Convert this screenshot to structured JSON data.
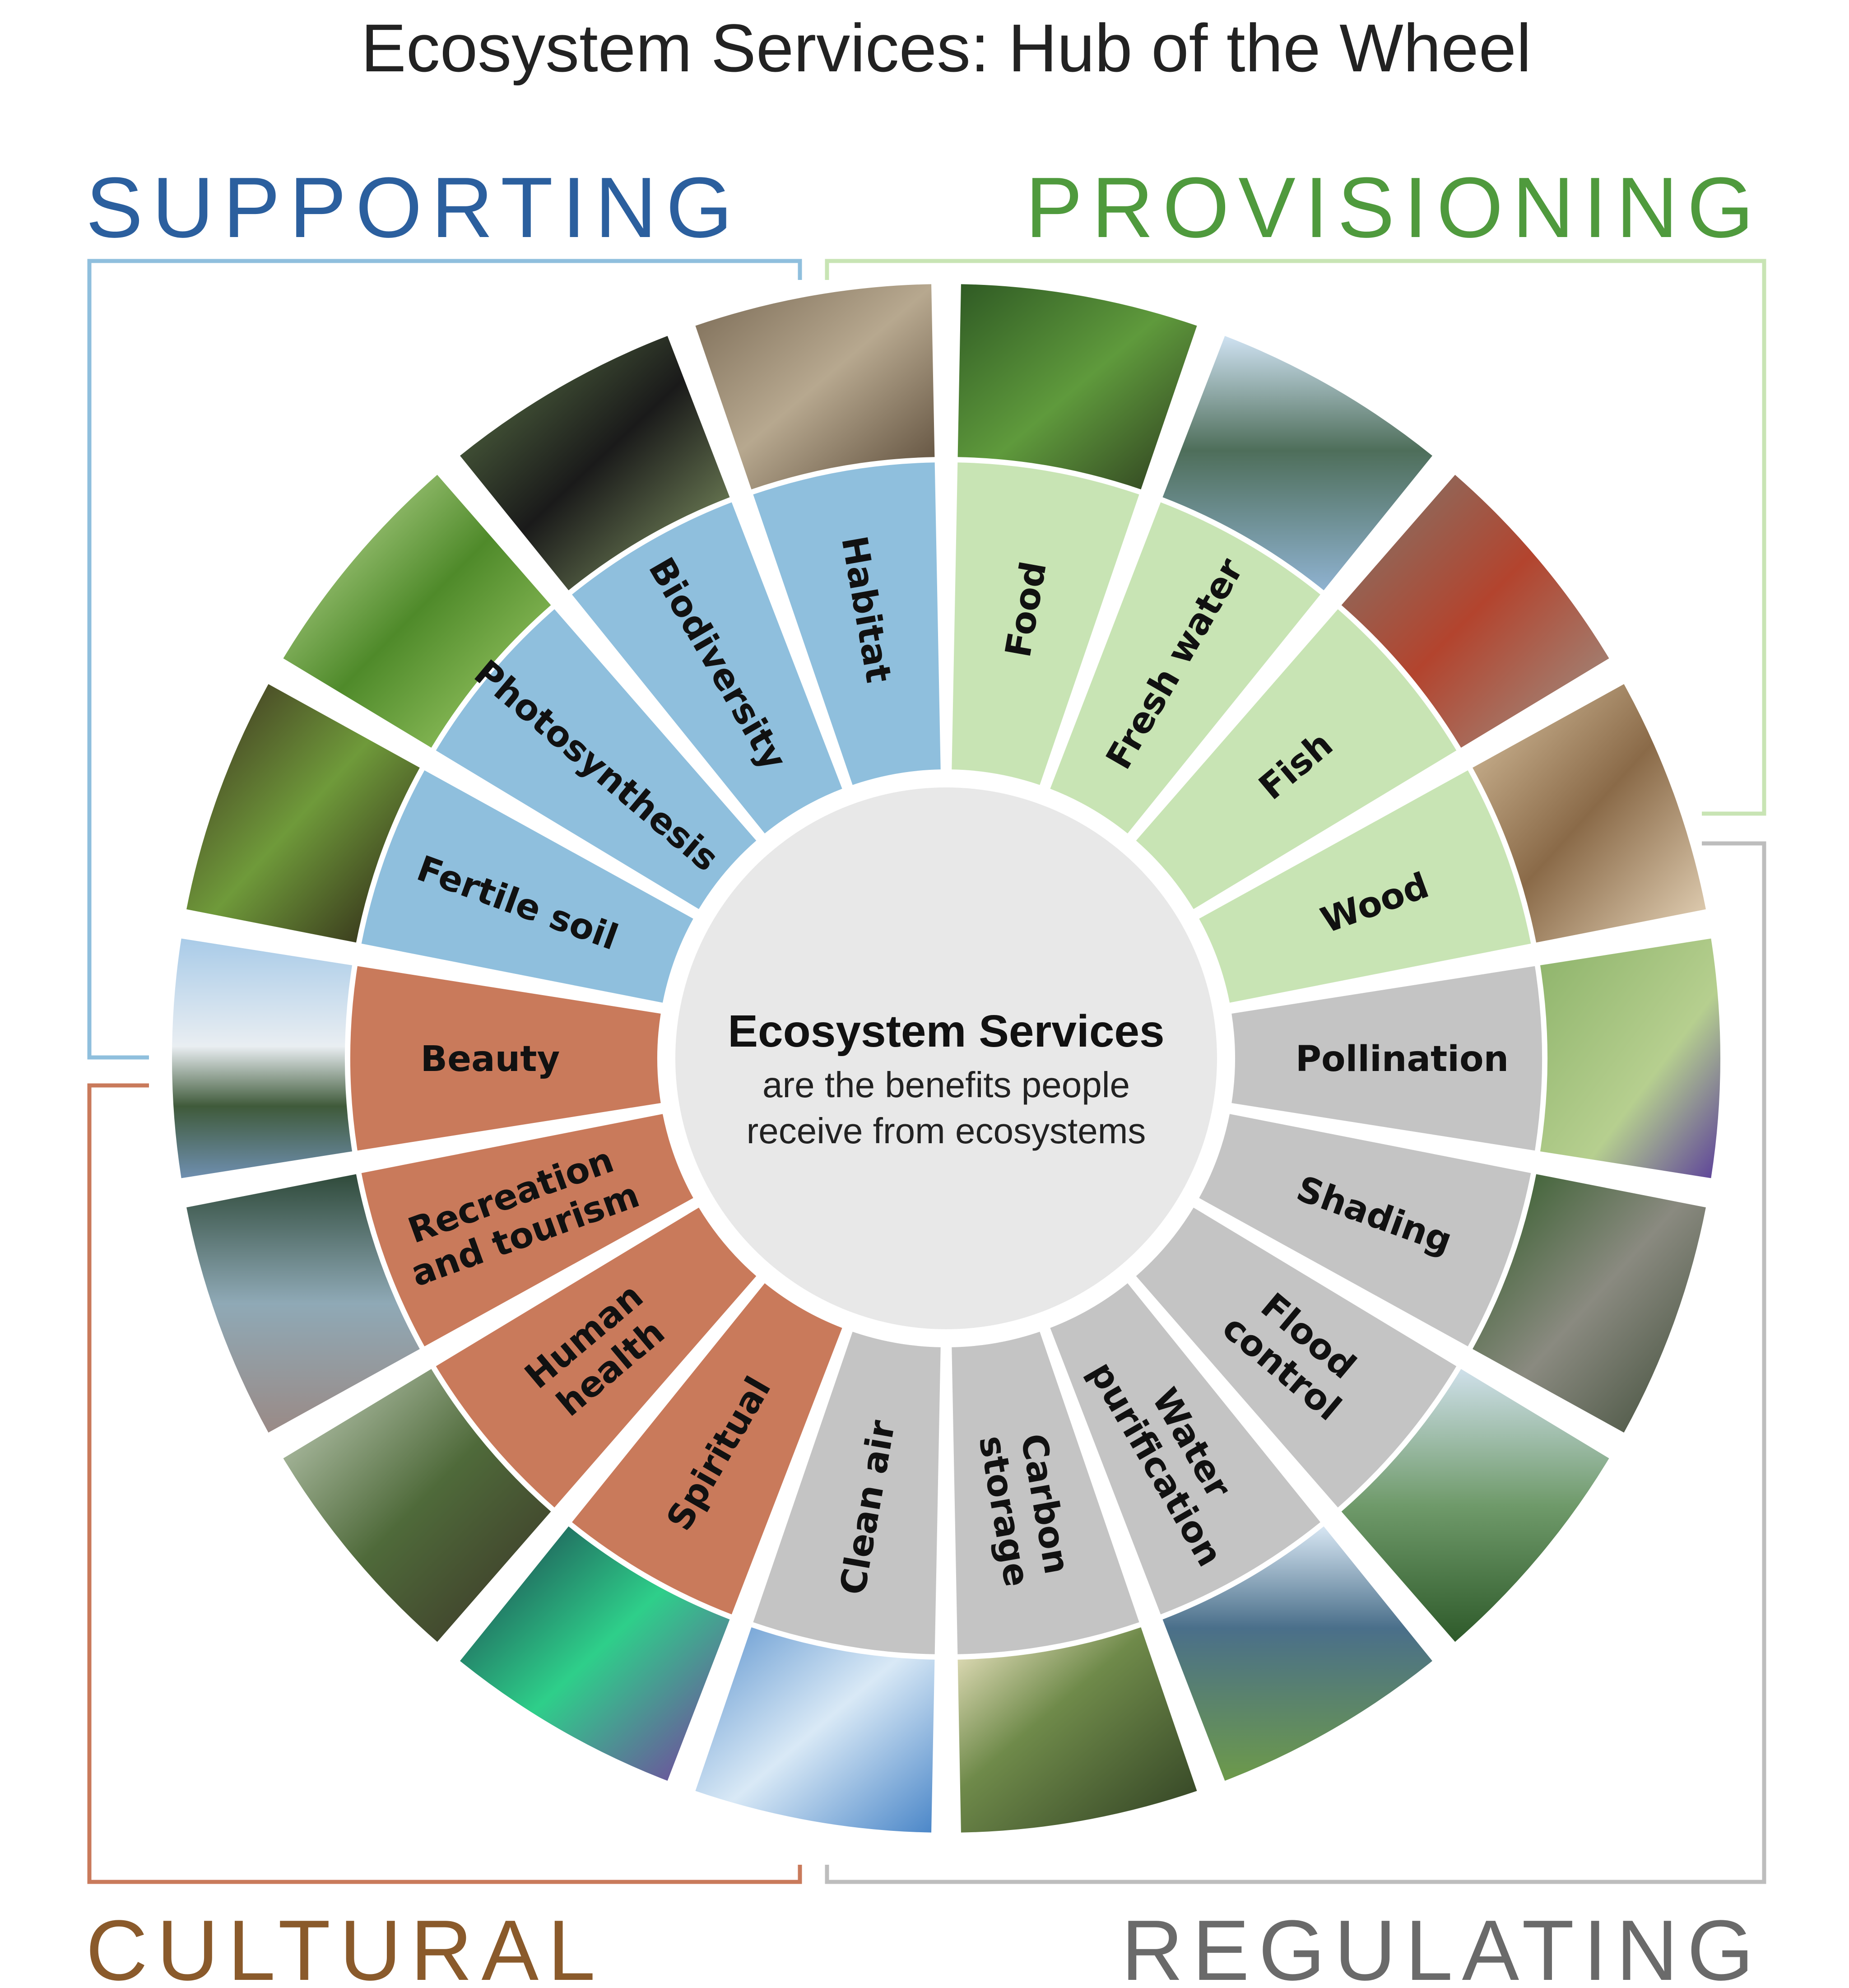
{
  "title": "Ecosystem Services: Hub of the Wheel",
  "hub": {
    "heading": "Ecosystem Services",
    "line1": "are the benefits people",
    "line2": "receive from ecosystems"
  },
  "colors": {
    "supporting": "#8fbfdd",
    "provisioning": "#c8e4b4",
    "regulating": "#c4c4c4",
    "cultural": "#c97a5b",
    "supporting_text": "#2b5f9e",
    "provisioning_text": "#4f9a3d",
    "regulating_text": "#6a6a6a",
    "cultural_text": "#8a5a2b",
    "hub_fill": "#e8e8e8"
  },
  "categories": {
    "supporting": "SUPPORTING",
    "provisioning": "PROVISIONING",
    "regulating": "REGULATING",
    "cultural": "CULTURAL"
  },
  "segments": [
    {
      "id": "habitat",
      "label": [
        "Habitat"
      ],
      "group": "supporting",
      "photo": "owl"
    },
    {
      "id": "food",
      "label": [
        "Food"
      ],
      "group": "provisioning",
      "photo": "berries"
    },
    {
      "id": "fresh-water",
      "label": [
        "Fresh water"
      ],
      "group": "provisioning",
      "photo": "lake-mountains"
    },
    {
      "id": "fish",
      "label": [
        "Fish"
      ],
      "group": "provisioning",
      "photo": "salmon"
    },
    {
      "id": "wood",
      "label": [
        "Wood"
      ],
      "group": "provisioning",
      "photo": "lumber"
    },
    {
      "id": "pollination",
      "label": [
        "Pollination"
      ],
      "group": "regulating",
      "photo": "bee-flower"
    },
    {
      "id": "shading",
      "label": [
        "Shading"
      ],
      "group": "regulating",
      "photo": "man-reading-shade"
    },
    {
      "id": "flood-control",
      "label": [
        "Flood",
        "control"
      ],
      "group": "regulating",
      "photo": "river-delta"
    },
    {
      "id": "water-purification",
      "label": [
        "Water",
        "purification"
      ],
      "group": "regulating",
      "photo": "wetland"
    },
    {
      "id": "carbon-storage",
      "label": [
        "Carbon",
        "storage"
      ],
      "group": "regulating",
      "photo": "forest-sunrays"
    },
    {
      "id": "clean-air",
      "label": [
        "Clean air"
      ],
      "group": "regulating",
      "photo": "blue-sky"
    },
    {
      "id": "spiritual",
      "label": [
        "Spiritual"
      ],
      "group": "cultural",
      "photo": "aurora"
    },
    {
      "id": "human-health",
      "label": [
        "Human",
        "health"
      ],
      "group": "cultural",
      "photo": "woman-forest"
    },
    {
      "id": "recreation-tourism",
      "label": [
        "Recreation",
        "and tourism"
      ],
      "group": "cultural",
      "photo": "hikers"
    },
    {
      "id": "beauty",
      "label": [
        "Beauty"
      ],
      "group": "cultural",
      "photo": "snowy-mountains"
    },
    {
      "id": "fertile-soil",
      "label": [
        "Fertile soil"
      ],
      "group": "supporting",
      "photo": "seedling-soil"
    },
    {
      "id": "photosynthesis",
      "label": [
        "Photosynthesis"
      ],
      "group": "supporting",
      "photo": "leaf"
    },
    {
      "id": "biodiversity",
      "label": [
        "Biodiversity"
      ],
      "group": "supporting",
      "photo": "bear"
    }
  ]
}
